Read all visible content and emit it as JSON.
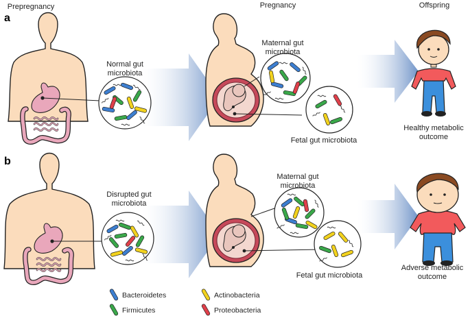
{
  "columns": {
    "prepregnancy": "Prepregnancy",
    "pregnancy": "Pregnancy",
    "offspring": "Offspring"
  },
  "panel_a": {
    "letter": "a",
    "gut_label": [
      "Normal gut",
      "microbiota"
    ],
    "maternal_label": [
      "Maternal gut",
      "microbiota"
    ],
    "fetal_label": "Fetal gut microbiota",
    "outcome_label": [
      "Healthy metabolic",
      "outcome"
    ]
  },
  "panel_b": {
    "letter": "b",
    "gut_label": [
      "Disrupted gut",
      "microbiota"
    ],
    "maternal_label": [
      "Maternal gut",
      "microbiota"
    ],
    "fetal_label": "Fetal gut microbiota",
    "outcome_label": [
      "Adverse metabolic",
      "outcome"
    ]
  },
  "legend": [
    {
      "name": "Bacteroidetes",
      "color": "#3d7fd1"
    },
    {
      "name": "Firmicutes",
      "color": "#3aa84a"
    },
    {
      "name": "Actinobacteria",
      "color": "#f2d21e"
    },
    {
      "name": "Proteobacteria",
      "color": "#e0404a"
    }
  ],
  "colors": {
    "skin": "#fbdcbc",
    "outline": "#222222",
    "gut": "#e9a7bb",
    "arrow": "#6f93c8",
    "shirt": "#f25a5c",
    "trousers": "#3b8fdc",
    "hair": "#8a4a22"
  }
}
